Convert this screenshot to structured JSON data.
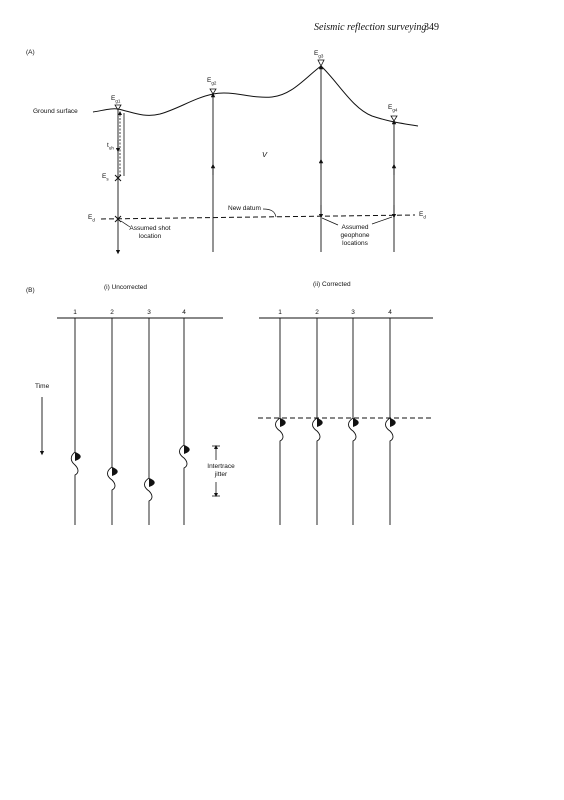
{
  "header": {
    "title": "Seismic reflection surveying",
    "page_number": "349"
  },
  "panel_a": {
    "label": "(A)",
    "ground_surface": "Ground surface",
    "elevations": {
      "eg1": {
        "main": "E",
        "sub": "g1"
      },
      "eg2": {
        "main": "E",
        "sub": "g2"
      },
      "eg3": {
        "main": "E",
        "sub": "g3"
      },
      "eg4": {
        "main": "E",
        "sub": "g4"
      },
      "es": {
        "main": "E",
        "sub": "s"
      },
      "ed_left": {
        "main": "E",
        "sub": "d"
      },
      "ed_right": {
        "main": "E",
        "sub": "d"
      }
    },
    "t_uh": {
      "main": "t",
      "sub": "uh"
    },
    "velocity": "V",
    "new_datum": "New datum",
    "shot": [
      "Assumed shot",
      "location"
    ],
    "geophone": [
      "Assumed",
      "geophone",
      "locations"
    ]
  },
  "panel_b": {
    "label": "(B)",
    "uncorrected": "(i) Uncorrected",
    "corrected": "(ii) Corrected",
    "trace_numbers": [
      "1",
      "2",
      "3",
      "4"
    ],
    "time": "Time",
    "jitter": [
      "Intertrace",
      "jitter"
    ]
  }
}
